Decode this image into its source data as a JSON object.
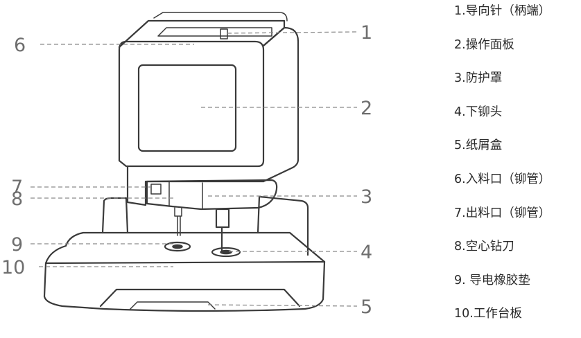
{
  "callouts": [
    "1",
    "2",
    "3",
    "4",
    "5",
    "6",
    "7",
    "8",
    "9",
    "10"
  ],
  "legend": [
    "1.导向针（柄端）",
    "2.操作面板",
    "3.防护罩",
    "4.下铆头",
    "5.纸屑盒",
    "6.入料口（铆管）",
    "7.出料口（铆管）",
    "8.空心钻刀",
    "9. 导电橡胶垫",
    "10.工作台板"
  ]
}
